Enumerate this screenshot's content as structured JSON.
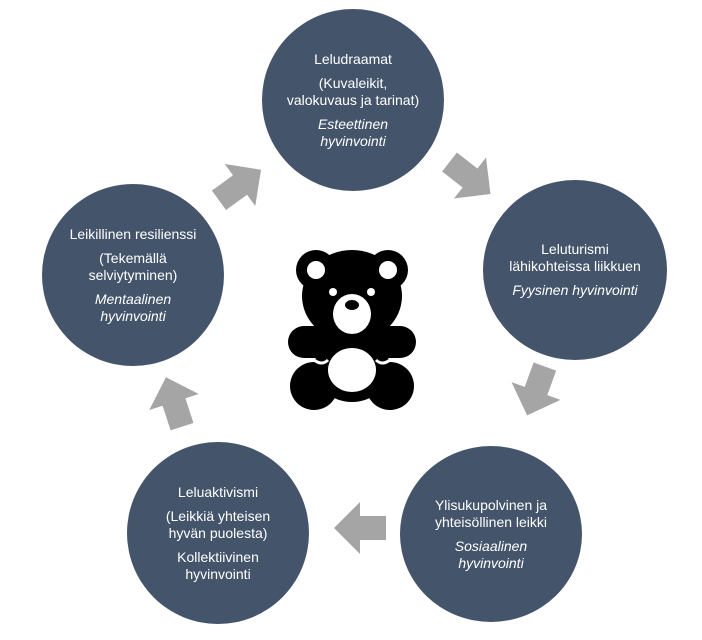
{
  "colors": {
    "node_fill": "#44546a",
    "node_text": "#ffffff",
    "arrow_fill": "#a5a5a5",
    "teddy_fill": "#000000"
  },
  "icons": {
    "center": "teddy-bear-icon",
    "connector": "chevron-arrow-icon"
  },
  "nodes": {
    "top": {
      "title": "Leludraamat",
      "detail": "(Kuvaleikit, valokuvaus ja tarinat)",
      "wellbeing": "Esteettinen hyvinvointi"
    },
    "right": {
      "title": "Leluturismi lähikohteissa liikkuen",
      "wellbeing": "Fyysinen hyvinvointi"
    },
    "bottom_right": {
      "title": "Ylisukupolvinen ja yhteisöllinen leikki",
      "wellbeing": "Sosiaalinen hyvinvointi"
    },
    "bottom_left": {
      "title": "Leluaktivismi",
      "detail": "(Leikkiä yhteisen hyvän puolesta)",
      "wellbeing": "Kollektiivinen hyvinvointi"
    },
    "left": {
      "title": "Leikillinen resilienssi",
      "detail": "(Tekemällä selviytyminen)",
      "wellbeing": "Mentaalinen hyvinvointi"
    }
  }
}
